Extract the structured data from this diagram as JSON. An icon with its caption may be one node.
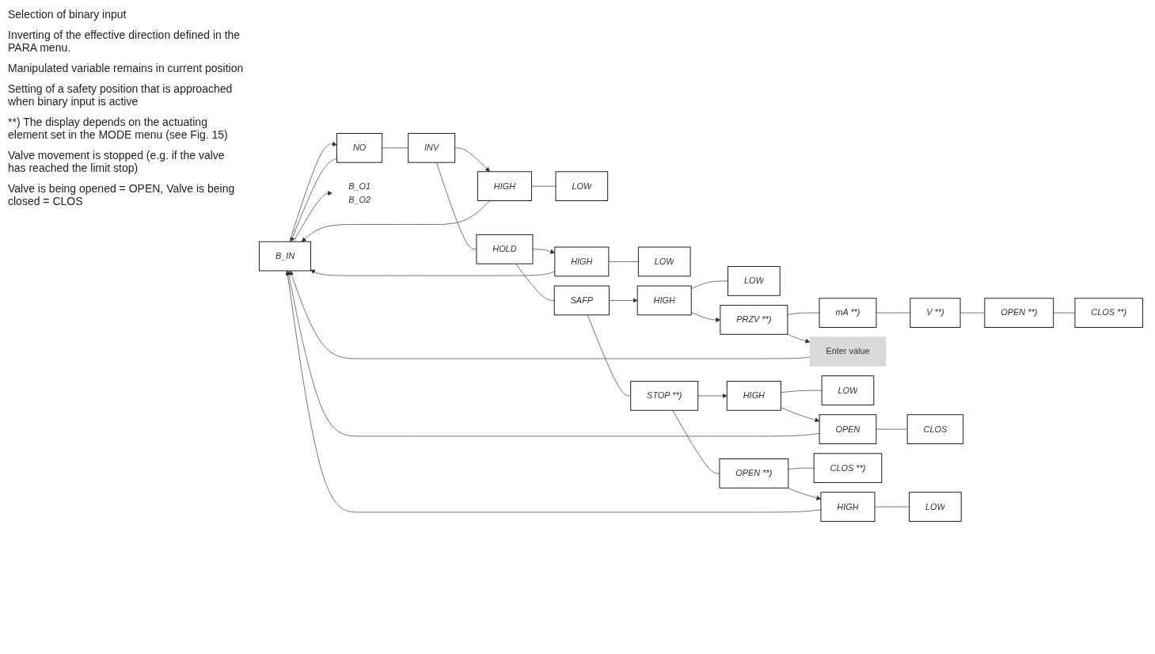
{
  "diagram": {
    "nodes": [
      {
        "text": [
          "B_IN"
        ]
      },
      {
        "text": [
          "NO"
        ]
      },
      {
        "text": [
          "INV"
        ]
      },
      {
        "text": [
          "HIGH"
        ]
      },
      {
        "text": [
          "LOW"
        ]
      },
      {
        "text": [
          "HOLD"
        ]
      },
      {
        "text": [
          "HIGH"
        ]
      },
      {
        "text": [
          "LOW"
        ]
      },
      {
        "text": [
          "SAFP"
        ]
      },
      {
        "text": [
          "HIGH"
        ]
      },
      {
        "text": [
          "LOW"
        ]
      },
      {
        "text": [
          "PRZV **)"
        ]
      },
      {
        "text": [
          "mA **)"
        ]
      },
      {
        "text": [
          "V **)"
        ]
      },
      {
        "text": [
          "OPEN **)"
        ]
      },
      {
        "text": [
          "CLOS **)"
        ]
      },
      {
        "text": [
          "Enter value"
        ]
      },
      {
        "text": [
          "STOP **)"
        ]
      },
      {
        "text": [
          "HIGH"
        ]
      },
      {
        "text": [
          "LOW"
        ]
      },
      {
        "text": [
          "OPEN"
        ]
      },
      {
        "text": [
          "CLOS"
        ]
      },
      {
        "text": [
          "OPEN **)"
        ]
      },
      {
        "text": [
          "CLOS **)"
        ]
      },
      {
        "text": [
          "HIGH"
        ]
      },
      {
        "text": [
          "LOW"
        ]
      },
      {
        "text": [
          "B_O1",
          "B_O2"
        ]
      }
    ],
    "edges": [
      {
        "from": 0,
        "to": 1,
        "arrow": "to"
      },
      {
        "from": 0,
        "to": 26,
        "arrow": "to"
      },
      {
        "from": 1,
        "to": 2,
        "arrow": "none"
      },
      {
        "from": 2,
        "to": 3,
        "arrow": "to"
      },
      {
        "from": 3,
        "to": 4,
        "arrow": "none"
      },
      {
        "from": 2,
        "to": 5,
        "arrow": "none"
      },
      {
        "from": 5,
        "to": 6,
        "arrow": "to"
      },
      {
        "from": 6,
        "to": 7,
        "arrow": "none"
      },
      {
        "from": 5,
        "to": 8,
        "arrow": "none"
      },
      {
        "from": 8,
        "to": 9,
        "arrow": "to"
      },
      {
        "from": 9,
        "to": 10,
        "arrow": "none"
      },
      {
        "from": 9,
        "to": 11,
        "arrow": "to"
      },
      {
        "from": 11,
        "to": 12,
        "arrow": "none"
      },
      {
        "from": 12,
        "to": 13,
        "arrow": "none"
      },
      {
        "from": 13,
        "to": 14,
        "arrow": "none"
      },
      {
        "from": 14,
        "to": 15,
        "arrow": "none"
      },
      {
        "from": 11,
        "to": 16,
        "arrow": "to"
      },
      {
        "from": 8,
        "to": 17,
        "arrow": "none"
      },
      {
        "from": 17,
        "to": 18,
        "arrow": "to"
      },
      {
        "from": 18,
        "to": 19,
        "arrow": "none"
      },
      {
        "from": 18,
        "to": 20,
        "arrow": "to"
      },
      {
        "from": 20,
        "to": 21,
        "arrow": "none"
      },
      {
        "from": 17,
        "to": 22,
        "arrow": "none"
      },
      {
        "from": 22,
        "to": 23,
        "arrow": "none"
      },
      {
        "from": 22,
        "to": 24,
        "arrow": "to"
      },
      {
        "from": 24,
        "to": 25,
        "arrow": "none"
      },
      {
        "from": 1,
        "to": 0,
        "arrow": "to"
      },
      {
        "from": 3,
        "to": 0,
        "arrow": "to"
      },
      {
        "from": 6,
        "to": 0,
        "arrow": "to"
      },
      {
        "from": 16,
        "to": 0,
        "arrow": "to"
      },
      {
        "from": 20,
        "to": 0,
        "arrow": "to"
      },
      {
        "from": 24,
        "to": 0,
        "arrow": "to"
      }
    ],
    "labels": [
      "Selection of binary input",
      "Inverting of the effective direction defined in the PARA menu.",
      "Manipulated variable remains in current position",
      "Setting of a safety position that is approached when binary input is active",
      "**) The display depends on the actuating element set in the MODE menu (see Fig. 15)",
      "Valve movement is stopped (e.g. if the valve has reached the limit stop)",
      "Valve is being opened = OPEN, Valve is being closed = CLOS"
    ]
  }
}
